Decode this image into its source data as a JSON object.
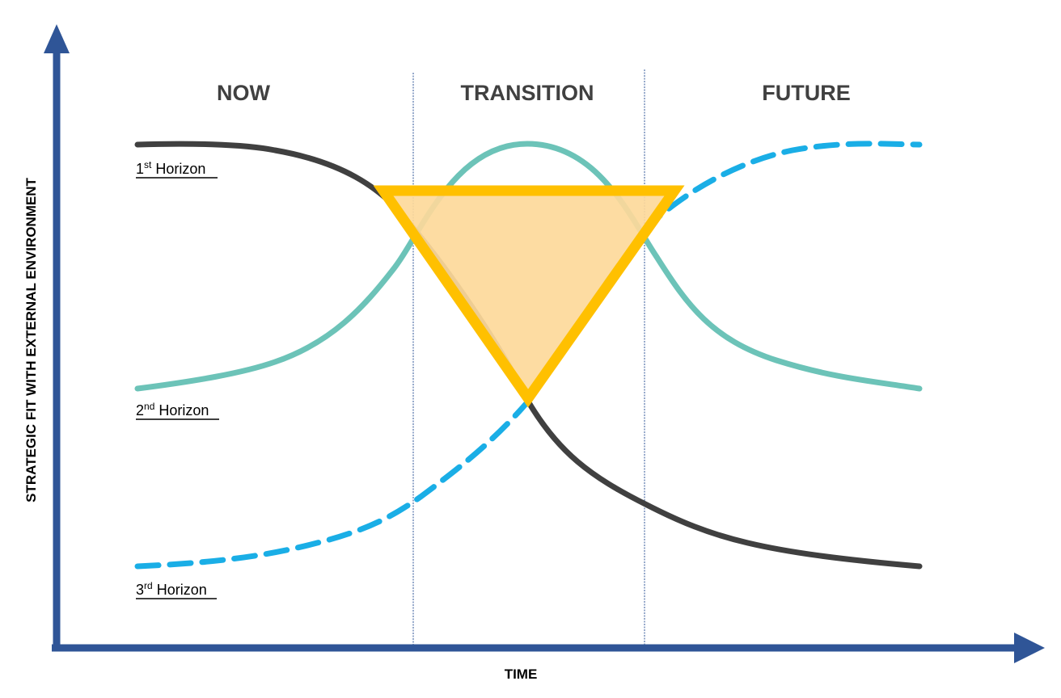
{
  "phases": [
    {
      "label": "NOW"
    },
    {
      "label": "TRANSITION"
    },
    {
      "label": "FUTURE"
    }
  ],
  "axes": {
    "y_label": "STRATEGIC FIT WITH EXTERNAL ENVIRONMENT",
    "x_label": "TIME"
  },
  "horizons": [
    {
      "num": "1",
      "suffix": "st",
      "word": " Horizon",
      "color": "#404040",
      "style": "solid"
    },
    {
      "num": "2",
      "suffix": "nd",
      "word": " Horizon",
      "color": "#6cc3b8",
      "style": "solid"
    },
    {
      "num": "3",
      "suffix": "rd",
      "word": " Horizon",
      "color": "#1aaee6",
      "style": "dashed"
    }
  ],
  "colors": {
    "axis": "#2f5597",
    "triangle_stroke": "#ffc000",
    "triangle_fill": "#fdd99a",
    "divider": "#2f5597"
  }
}
